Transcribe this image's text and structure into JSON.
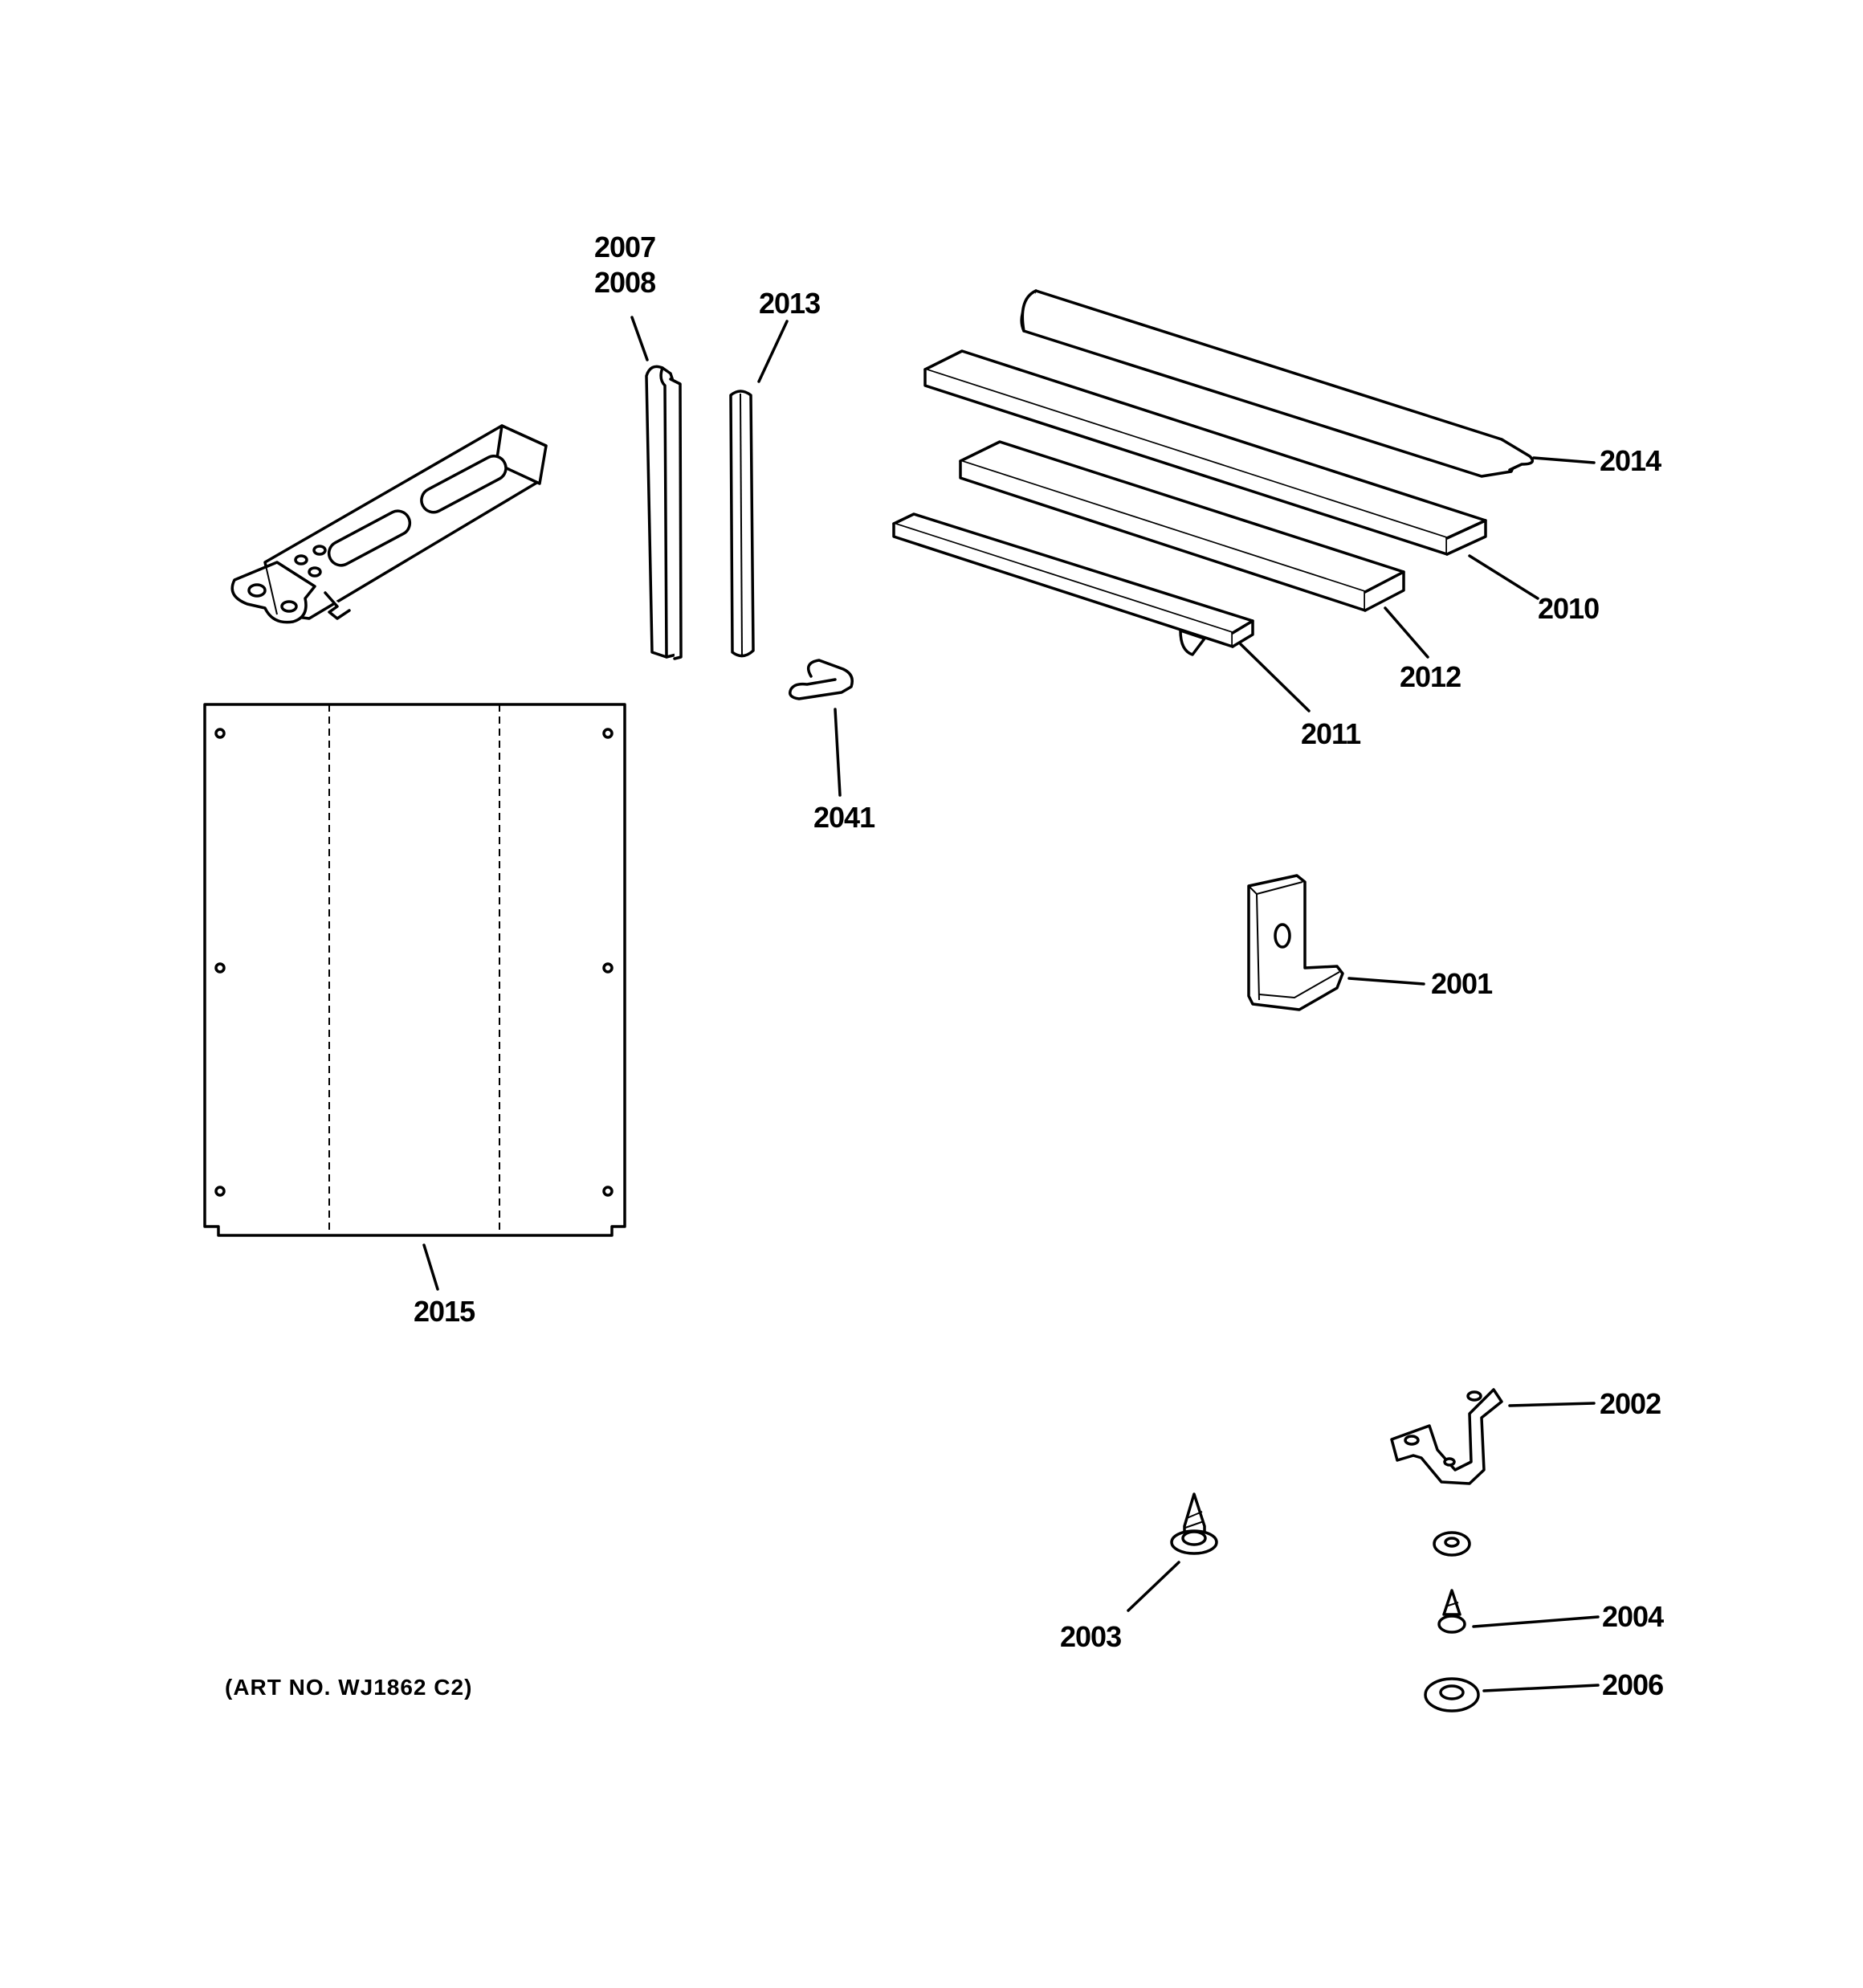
{
  "labels": {
    "p2007": "2007",
    "p2008": "2008",
    "p2013": "2013",
    "p2014": "2014",
    "p2010": "2010",
    "p2012": "2012",
    "p2011": "2011",
    "p2041": "2041",
    "p2001": "2001",
    "p2015": "2015",
    "p2002": "2002",
    "p2003": "2003",
    "p2004": "2004",
    "p2006": "2006"
  },
  "art_number": "(ART NO. WJ1862 C2)"
}
